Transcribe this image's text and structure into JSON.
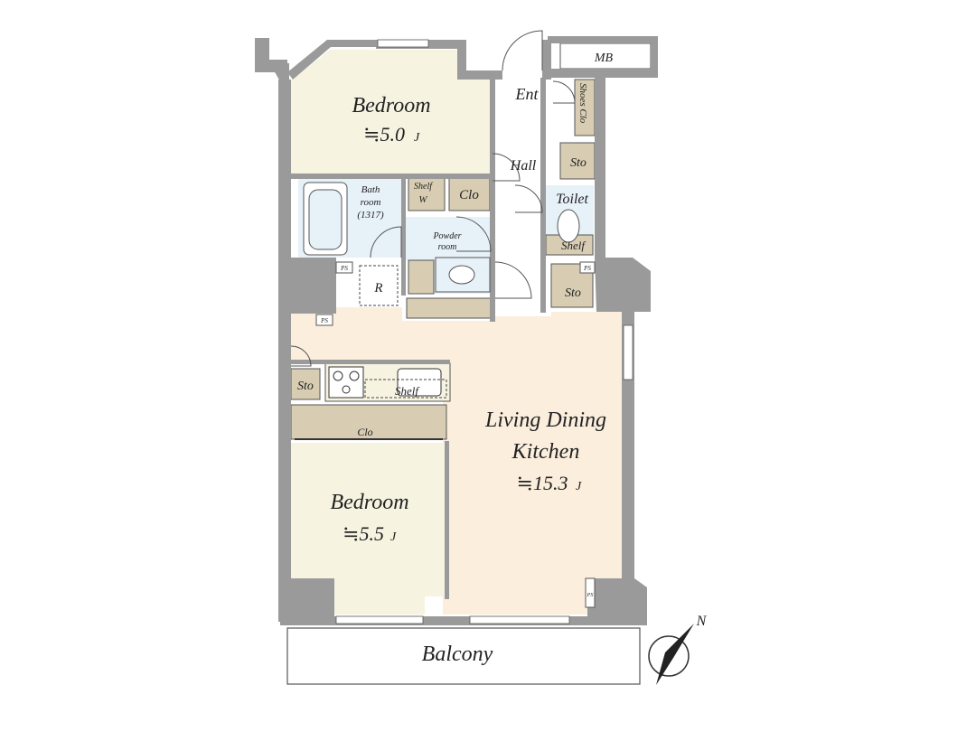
{
  "rooms": {
    "bedroom_north": {
      "name": "Bedroom",
      "area": "≒5.0",
      "unit": "J"
    },
    "bedroom_south": {
      "name": "Bedroom",
      "area": "≒5.5",
      "unit": "J"
    },
    "ldk": {
      "name_line1": "Living Dining",
      "name_line2": "Kitchen",
      "area": "≒15.3",
      "unit": "J"
    },
    "balcony": {
      "name": "Balcony"
    },
    "entrance": {
      "name": "Ent"
    },
    "hall": {
      "name": "Hall"
    },
    "toilet": {
      "name": "Toilet"
    },
    "bathroom": {
      "line1": "Bath",
      "line2": "room",
      "line3": "(1317)"
    },
    "powder": {
      "line1": "Powder",
      "line2": "room"
    }
  },
  "fixtures": {
    "mb": "MB",
    "shoes_clo": "Shoes Clo",
    "sto_hall": "Sto",
    "sto_lower_right": "Sto",
    "sto_kitchen": "Sto",
    "clo_bath": "Clo",
    "clo_bedroom": "Clo",
    "shelf_w_shelf": "Shelf",
    "shelf_w_w": "W",
    "shelf_kitchen": "Shelf",
    "shelf_toilet": "Shelf",
    "fridge": "R",
    "ps_1": "PS",
    "ps_2": "PS",
    "ps_3": "PS",
    "ps_4": "PS"
  },
  "compass": {
    "north_label": "N"
  },
  "colors": {
    "bedroom_fill": "#f7f3e1",
    "ldk_fill": "#fbeedd",
    "wet_fill": "#e7f1f8",
    "storage_fill": "#d8cdb3",
    "corridor_fill": "#ffffff",
    "wall_fill": "#9a9a9a"
  }
}
